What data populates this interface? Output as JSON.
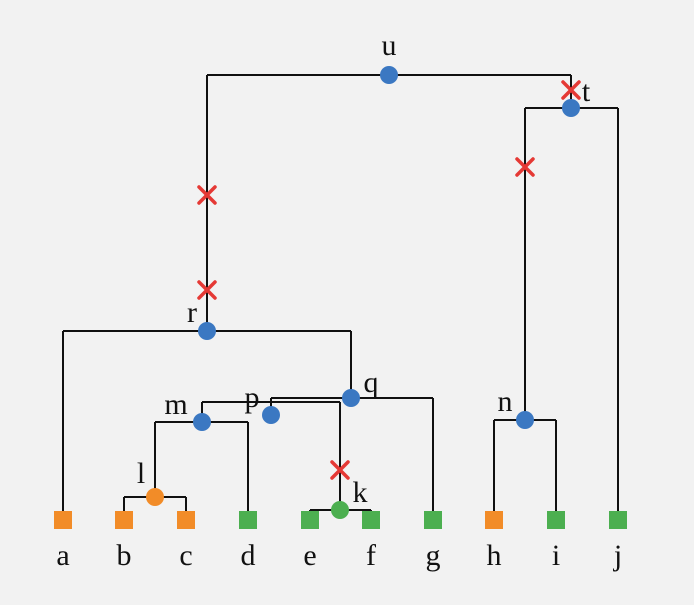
{
  "colors": {
    "background": "#f2f2f2",
    "edge": "#111111",
    "internal_node": "#3b78c2",
    "orange": "#f28c28",
    "green": "#4caf50",
    "cross": "#e53935"
  },
  "leaves": [
    {
      "id": "a",
      "label": "a",
      "color": "orange"
    },
    {
      "id": "b",
      "label": "b",
      "color": "orange"
    },
    {
      "id": "c",
      "label": "c",
      "color": "orange"
    },
    {
      "id": "d",
      "label": "d",
      "color": "green"
    },
    {
      "id": "e",
      "label": "e",
      "color": "green"
    },
    {
      "id": "f",
      "label": "f",
      "color": "green"
    },
    {
      "id": "g",
      "label": "g",
      "color": "green"
    },
    {
      "id": "h",
      "label": "h",
      "color": "orange"
    },
    {
      "id": "i",
      "label": "i",
      "color": "green"
    },
    {
      "id": "j",
      "label": "j",
      "color": "green"
    }
  ],
  "internal_nodes": [
    {
      "id": "u",
      "label": "u",
      "color": "internal_node",
      "children": [
        "r",
        "t"
      ]
    },
    {
      "id": "t",
      "label": "t",
      "color": "internal_node",
      "children": [
        "n",
        "j"
      ]
    },
    {
      "id": "r",
      "label": "r",
      "color": "internal_node",
      "children": [
        "a",
        "q"
      ]
    },
    {
      "id": "q",
      "label": "q",
      "color": "internal_node",
      "children": [
        "p",
        "g"
      ]
    },
    {
      "id": "p",
      "label": "p",
      "color": "internal_node",
      "children": [
        "m",
        "k"
      ]
    },
    {
      "id": "m",
      "label": "m",
      "color": "internal_node",
      "children": [
        "l",
        "d"
      ]
    },
    {
      "id": "l",
      "label": "l",
      "color": "orange",
      "children": [
        "b",
        "c"
      ]
    },
    {
      "id": "k",
      "label": "k",
      "color": "green",
      "children": [
        "e",
        "f"
      ]
    },
    {
      "id": "n",
      "label": "n",
      "color": "internal_node",
      "children": [
        "h",
        "i"
      ]
    }
  ],
  "crossed_edges": [
    "u-t",
    "u-r",
    "u-r",
    "t-n",
    "p-k"
  ]
}
